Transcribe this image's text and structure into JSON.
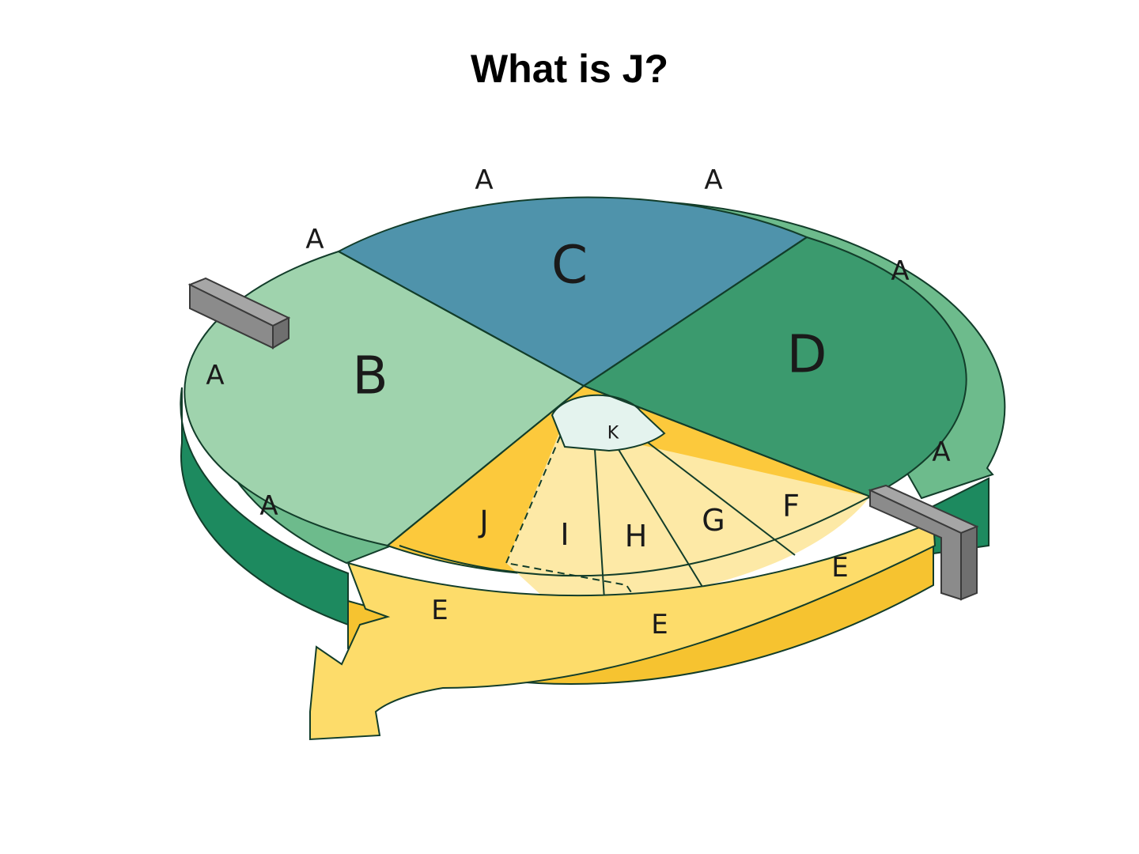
{
  "question": "What is J?",
  "diagram": {
    "labels": {
      "a": "A",
      "b": "B",
      "c": "C",
      "d": "D",
      "e": "E",
      "f": "F",
      "g": "G",
      "h": "H",
      "i": "I",
      "j": "J",
      "k": "K"
    },
    "colors": {
      "outer_ring": "#6dbb8c",
      "outer_ring_side": "#1d8a5f",
      "sector_b": "#9fd3ad",
      "sector_c": "#4f93ab",
      "sector_d": "#3b9a6e",
      "sector_j": "#fcc93c",
      "subsectors": "#fde9a6",
      "center_k": "#e4f3ee",
      "output_arrow": "#fddc6a",
      "output_arrow_side": "#f6c330",
      "checkpoint_bar": "#8b8b8b"
    }
  }
}
